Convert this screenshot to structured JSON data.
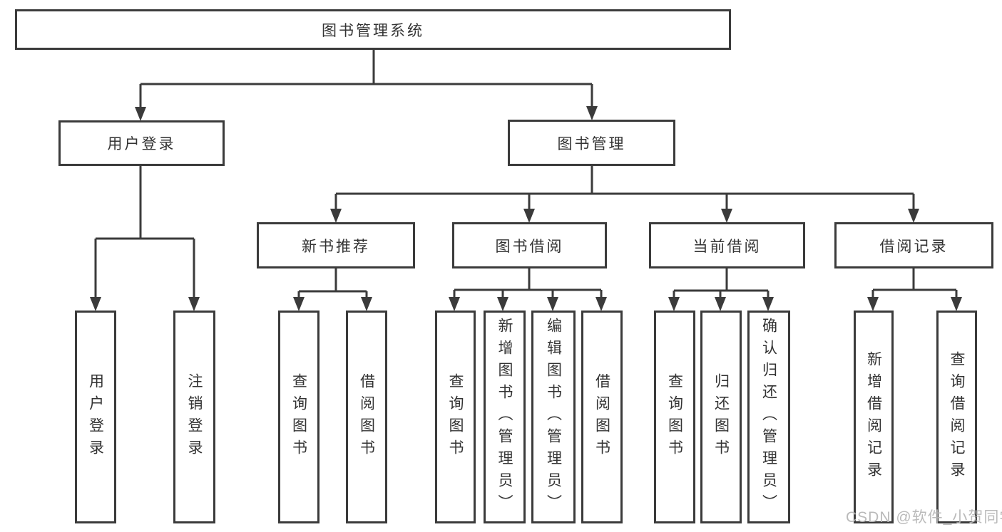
{
  "style": {
    "background": "#ffffff",
    "line_color": "#3b3b3b",
    "box_border_color": "#3b3b3b",
    "text_color": "#333333",
    "watermark_color": "#b6b6b6"
  },
  "tree": {
    "root": "图书管理系统",
    "user_login": {
      "label": "用户登录",
      "children": [
        "用户登录",
        "注销登录"
      ]
    },
    "book_mgmt": {
      "label": "图书管理",
      "sections": [
        {
          "label": "新书推荐",
          "children": [
            "查询图书",
            "借阅图书"
          ]
        },
        {
          "label": "图书借阅",
          "children": [
            "查询图书",
            "新增图书（管理员）",
            "编辑图书（管理员）",
            "借阅图书"
          ]
        },
        {
          "label": "当前借阅",
          "children": [
            "查询图书",
            "归还图书",
            "确认归还（管理员）"
          ]
        },
        {
          "label": "借阅记录",
          "children": [
            "新增借阅记录",
            "查询借阅记录"
          ]
        }
      ]
    }
  },
  "watermark": {
    "text": "CSDN @软件_小贺同学"
  }
}
